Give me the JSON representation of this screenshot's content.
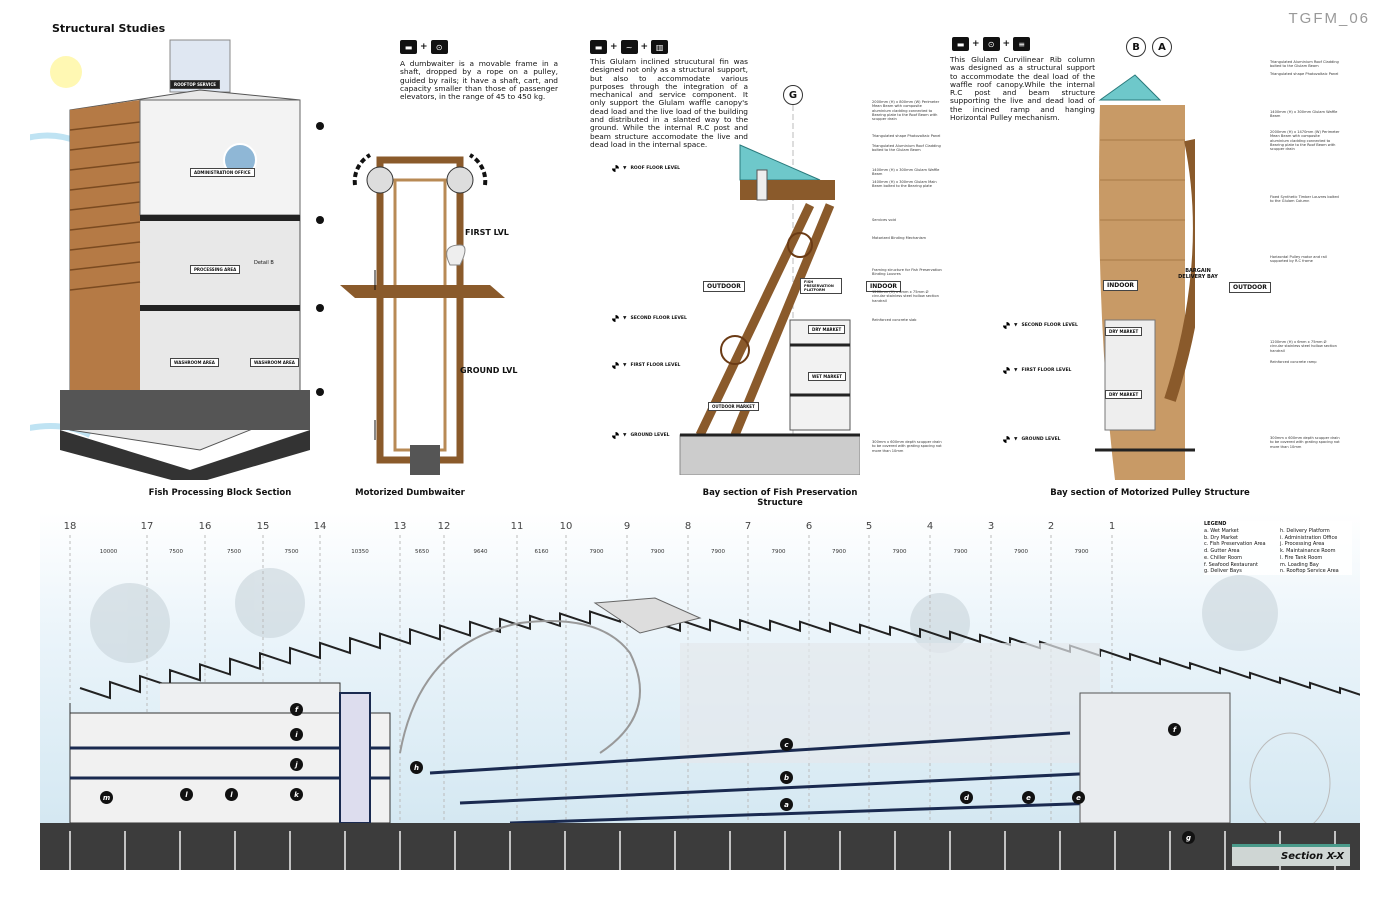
{
  "board": {
    "title": "Structural Studies",
    "sheet_id": "TGFM_06"
  },
  "panels": [
    {
      "caption": "Fish Processing Block Section",
      "labels": [
        "ROOFTOP SERVICE",
        "ADMINISTRATION OFFICE",
        "PROCESSING AREA",
        "WASHROOM AREA",
        "WASHROOM AREA",
        "Detail B"
      ]
    },
    {
      "caption": "Motorized Dumbwaiter",
      "description": "A dumbwaiter is a movable frame in a shaft, dropped by a rope on a pulley, guided by rails; it have a shaft, cart, and capacity smaller than those of passenger elevators, in the range of 45 to 450 kg.",
      "labels": [
        "FIRST LVL",
        "GROUND LVL"
      ]
    },
    {
      "caption": "Bay section of Fish Preservation Structure",
      "description": "This Glulam inclined strucutural fin was designed not only as a structural support, but also to accommodate various purposes through the integration of a mechanical and service component. It only support the Glulam waffle canopy's dead load and the live load of the building and distributed in a slanted way to the ground. While the internal R.C post and beam structure accomodate the live and dead load in the internal space.",
      "grid": "G",
      "levels": [
        "ROOF FLOOR LEVEL",
        "SECOND FLOOR LEVEL",
        "FIRST FLOOR LEVEL",
        "GROUND LEVEL"
      ],
      "zones": [
        "OUTDOOR",
        "INDOOR",
        "DRY MARKET",
        "WET MARKET",
        "OUTDOOR MARKET",
        "FISH PRESERVATION PLATFORM"
      ],
      "notes": [
        "2000mm (H) x 800mm (W) Perimeter Mean Beam with composite aluminium cladding connected to Bearing plate to the Roof Beam with scupper drain",
        "Triangulated shape Photovoltaic Panel",
        "Triangulated Aluminium Roof Cladding bolted to the Glulam Beam",
        "1400mm (H) x 300mm Glulam Waffle Beam",
        "1400mm (H) x 300mm Glulam Main Beam bolted to the Bearing plate",
        "Services void",
        "Motorized Binding Mechanism",
        "Framing structure for Fish Preservation Binding Louvres",
        "1200mm (H) x 6mm x 75mm Ø circular stainless steel hollow section handrail",
        "Reinforced concrete slab",
        "300mm x 600mm depth scupper drain to be covered with grating spacing not more than 10mm"
      ]
    },
    {
      "caption": "Bay section of Motorized Pulley Structure",
      "description": "This Glulam Curvilinear Rib column was designed as a structural support to accommodate the deal load of the waffle roof canopy.While the internal R.C post and beam structure supporting the live and dead load of the incined ramp and hanging Horizontal Pulley mechanism.",
      "grids": [
        "B",
        "A"
      ],
      "levels": [
        "SECOND FLOOR LEVEL",
        "FIRST FLOOR LEVEL",
        "GROUND LEVEL"
      ],
      "zones": [
        "INDOOR",
        "OUTDOOR",
        "BARGAIN DELIVERY BAY",
        "DRY MARKET",
        "DRY MARKET"
      ],
      "notes": [
        "Triangulated Aluminium Roof Cladding bolted to the Glulam Beam",
        "Triangulated shape Photovoltaic Panel",
        "1400mm (H) x 300mm Glulam Waffle Beam",
        "2000mm (H) x 1470mm (W) Perimeter Mean Beam with composite aluminium cladding connected to Bearing plate to the Roof Beam with scupper drain",
        "Fixed Synthetic Timber Louvres bolted to the Glulam Column",
        "Horizontal Pulley motor and rail supported by R.C frame",
        "1200mm (H) x 6mm x 75mm Ø circular stainless steel hollow section handrail",
        "Reinforced concrete ramp",
        "300mm x 600mm depth scupper drain to be covered with grating spacing not more than 10mm"
      ]
    }
  ],
  "section": {
    "title": "Section X-X",
    "grid_numbers": [
      "18",
      "17",
      "16",
      "15",
      "14",
      "13",
      "12",
      "11",
      "10",
      "9",
      "8",
      "7",
      "6",
      "5",
      "4",
      "3",
      "2",
      "1"
    ],
    "dimensions": [
      "10000",
      "7500",
      "7500",
      "7500",
      "10350",
      "5650",
      "9640",
      "6160",
      "7900",
      "7900",
      "7900",
      "7900",
      "7900",
      "7900",
      "7900",
      "7900",
      "7900"
    ],
    "legend": {
      "title": "LEGEND",
      "items": [
        "a. Wet Market",
        "b. Dry Market",
        "c. Fish Preservation Area",
        "d. Gutter Area",
        "e. Chiller Room",
        "f. Seafood Restaurant",
        "g. Deliver Bays",
        "h. Delivery Platform",
        "i. Administration Office",
        "j. Processing Area",
        "k. Maintainance Room",
        "l. Fire Tank Room",
        "m. Loading Bay",
        "n. Rooftop Service Area"
      ]
    },
    "markers": [
      "f",
      "i",
      "j",
      "k",
      "l",
      "l",
      "m",
      "h",
      "c",
      "b",
      "a",
      "d",
      "e",
      "e",
      "f",
      "g"
    ]
  },
  "colors": {
    "timber": "#8a5a2b",
    "glass": "#5fc2c4",
    "ground": "#3c3c3c",
    "sky": "#cfe5f0",
    "accent": "#4a9a8a"
  }
}
